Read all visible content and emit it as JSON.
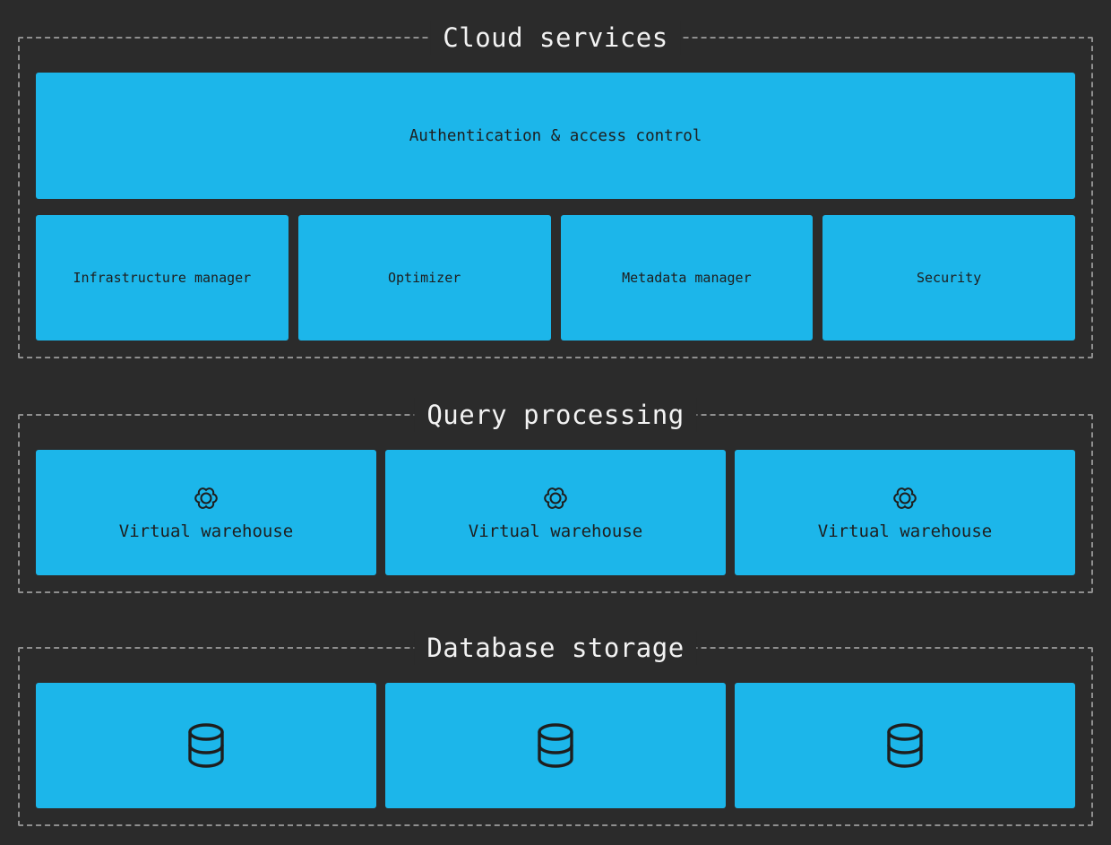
{
  "colors": {
    "background": "#2b2b2b",
    "box_fill": "#1cb6ea",
    "dashed_border": "#8f8f8f",
    "box_text": "#1e1e1e",
    "title_text": "#f2f2f2"
  },
  "diagram": {
    "sections": [
      {
        "title": "Cloud services",
        "wide_box": {
          "label": "Authentication & access control"
        },
        "boxes": [
          {
            "label": "Infrastructure manager"
          },
          {
            "label": "Optimizer"
          },
          {
            "label": "Metadata manager"
          },
          {
            "label": "Security"
          }
        ]
      },
      {
        "title": "Query processing",
        "boxes": [
          {
            "icon": "gear-icon",
            "label": "Virtual warehouse"
          },
          {
            "icon": "gear-icon",
            "label": "Virtual warehouse"
          },
          {
            "icon": "gear-icon",
            "label": "Virtual warehouse"
          }
        ]
      },
      {
        "title": "Database storage",
        "boxes": [
          {
            "icon": "database-icon"
          },
          {
            "icon": "database-icon"
          },
          {
            "icon": "database-icon"
          }
        ]
      }
    ]
  }
}
